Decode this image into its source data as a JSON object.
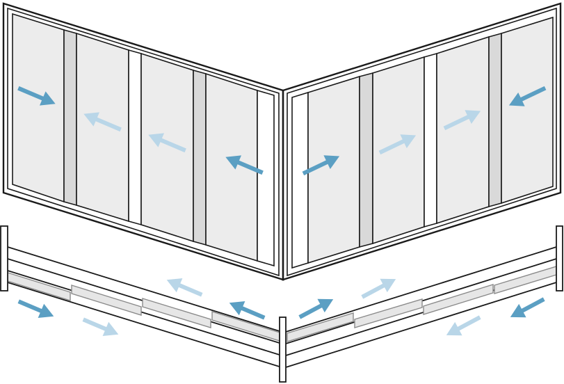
{
  "colors": {
    "background": "#ffffff",
    "outline": "#1a1a1a",
    "glass": "#ececec",
    "mullion": "#d9d9d9",
    "track_segment": "#e6e6e6",
    "arrow_dark": "#5b9fc3",
    "arrow_light": "#b9d6e8"
  },
  "icons": {
    "arrow": "slide-direction-arrow"
  },
  "panels": {
    "left_wall": [
      {
        "direction": "right",
        "shade": "dark"
      },
      {
        "direction": "left",
        "shade": "light"
      },
      {
        "direction": "left",
        "shade": "light"
      },
      {
        "direction": "left",
        "shade": "dark"
      }
    ],
    "right_wall": [
      {
        "direction": "right",
        "shade": "dark"
      },
      {
        "direction": "right",
        "shade": "light"
      },
      {
        "direction": "right",
        "shade": "light"
      },
      {
        "direction": "left",
        "shade": "dark"
      }
    ]
  },
  "track": {
    "left_side": [
      {
        "direction": "right",
        "shade": "dark"
      },
      {
        "direction": "right",
        "shade": "light"
      },
      {
        "direction": "left",
        "shade": "light"
      },
      {
        "direction": "left",
        "shade": "dark"
      }
    ],
    "right_side": [
      {
        "direction": "right",
        "shade": "dark"
      },
      {
        "direction": "right",
        "shade": "light"
      },
      {
        "direction": "left",
        "shade": "light"
      },
      {
        "direction": "left",
        "shade": "dark"
      }
    ]
  }
}
